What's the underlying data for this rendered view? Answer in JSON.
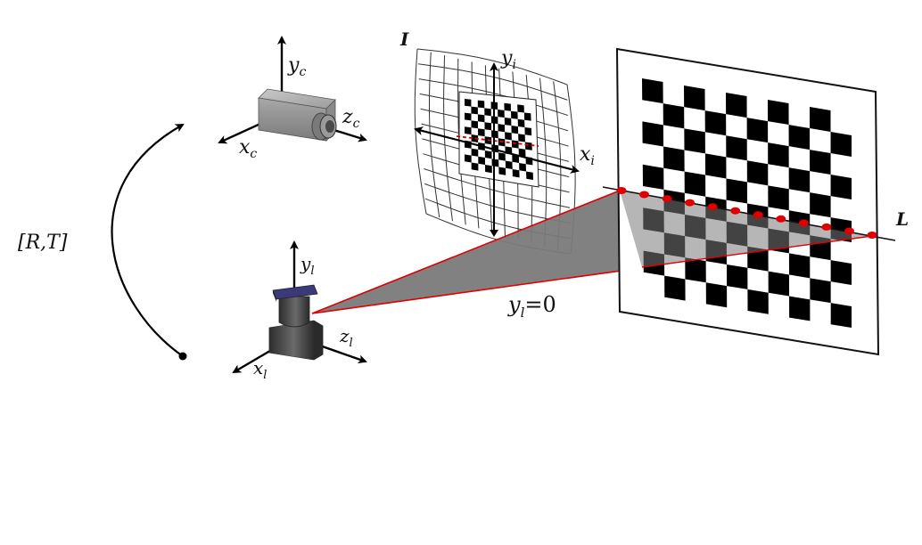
{
  "labels": {
    "rt": "[R,T]",
    "camera_y": "y",
    "camera_y_sub": "c",
    "camera_x": "x",
    "camera_x_sub": "c",
    "camera_z": "z",
    "camera_z_sub": "c",
    "image_plane": "I",
    "image_y": "y",
    "image_y_sub": "i",
    "image_x": "x",
    "image_x_sub": "i",
    "lidar_y": "y",
    "lidar_y_sub": "l",
    "lidar_x": "x",
    "lidar_x_sub": "l",
    "lidar_z": "z",
    "lidar_z_sub": "l",
    "scan_plane": "y",
    "scan_plane_sub": "l",
    "scan_plane_eq": "=0",
    "scan_line": "L"
  },
  "colors": {
    "scan_points": "#e00000",
    "scan_lines": "#e00000",
    "fan_fill": "#7a7a7a",
    "camera_body": "#9a9a9a",
    "lidar_body": "#4a4a4a",
    "lidar_cap": "#3a3a7a"
  },
  "board": {
    "rows": 10,
    "cols": 10
  },
  "scan": {
    "point_count": 12
  }
}
